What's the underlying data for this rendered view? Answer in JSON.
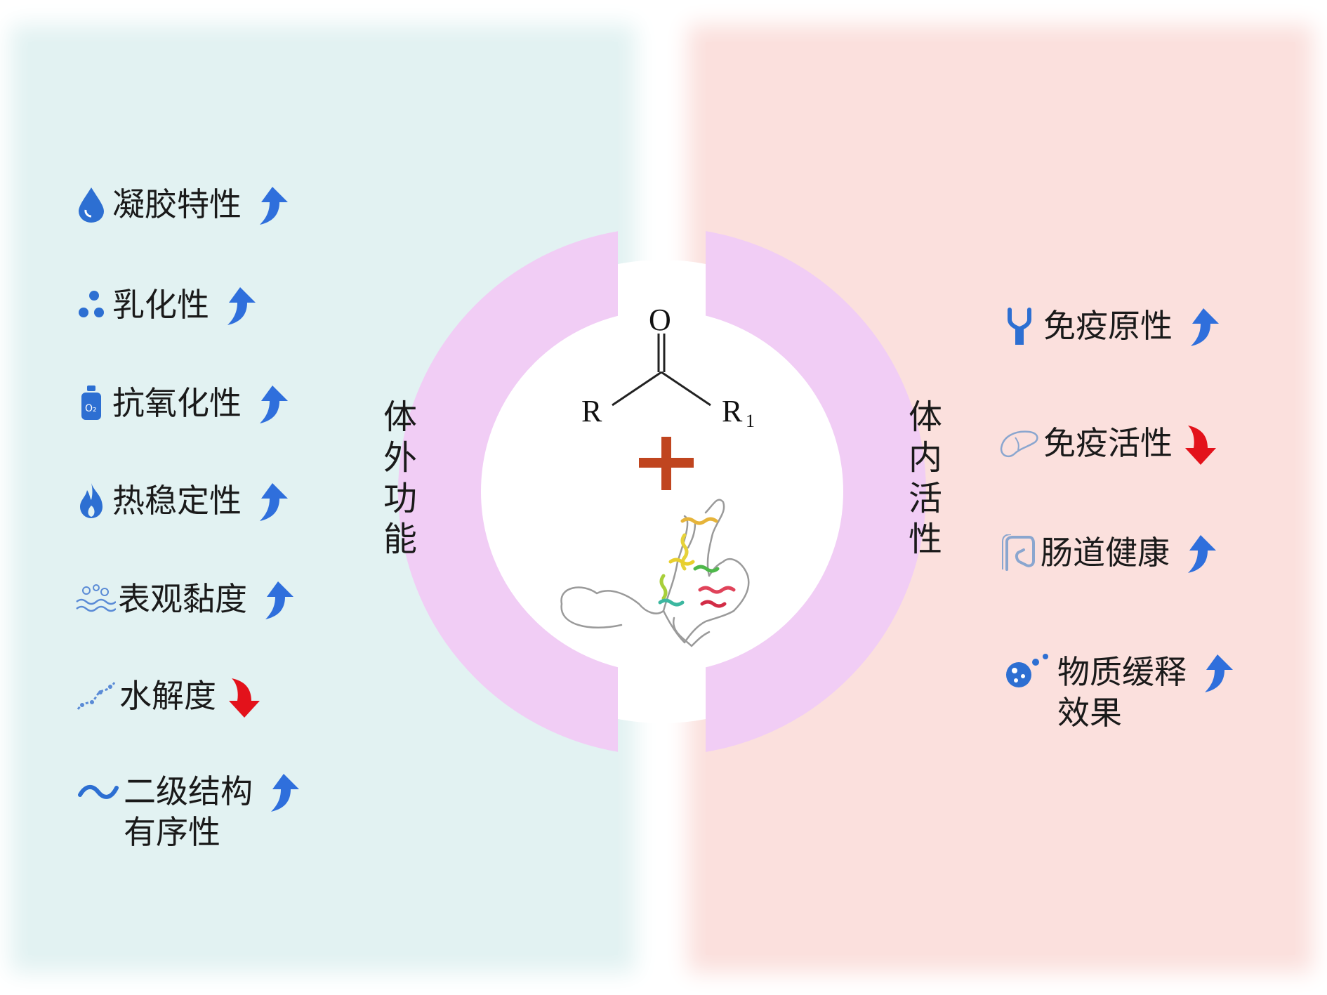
{
  "in_vitro": {
    "title": "体外功能",
    "items": [
      {
        "label": "凝胶特性",
        "icon": "water-drop-icon",
        "trend": "up"
      },
      {
        "label": "乳化性",
        "icon": "droplets-icon",
        "trend": "up"
      },
      {
        "label": "抗氧化性",
        "icon": "oxygen-bottle-icon",
        "trend": "up"
      },
      {
        "label": "热稳定性",
        "icon": "flame-icon",
        "trend": "up"
      },
      {
        "label": "表观黏度",
        "icon": "bubbles-icon",
        "trend": "up"
      },
      {
        "label": "水解度",
        "icon": "peptide-chain-icon",
        "trend": "down"
      },
      {
        "label": "二级结构\n有序性",
        "icon": "wave-icon",
        "trend": "up"
      }
    ]
  },
  "in_vivo": {
    "title": "体内活性",
    "items": [
      {
        "label": "免疫原性",
        "icon": "antibody-icon",
        "trend": "up"
      },
      {
        "label": "免疫活性",
        "icon": "liver-icon",
        "trend": "down"
      },
      {
        "label": "肠道健康",
        "icon": "intestine-icon",
        "trend": "up"
      },
      {
        "label": "物质缓释\n效果",
        "icon": "capsule-release-icon",
        "trend": "up"
      }
    ]
  },
  "center": {
    "carbonyl_o": "O",
    "r_group": "R",
    "r1_group": "R",
    "r1_subscript": "1",
    "plus": "+"
  },
  "colors": {
    "left_bg": "#e2f2f2",
    "right_bg": "#fbe0dd",
    "ring": "#f1cdf5",
    "up_arrow": "#2f6fdc",
    "down_arrow": "#e3121b",
    "icon_blue": "#2d6fd2",
    "plus": "#c0451f"
  }
}
